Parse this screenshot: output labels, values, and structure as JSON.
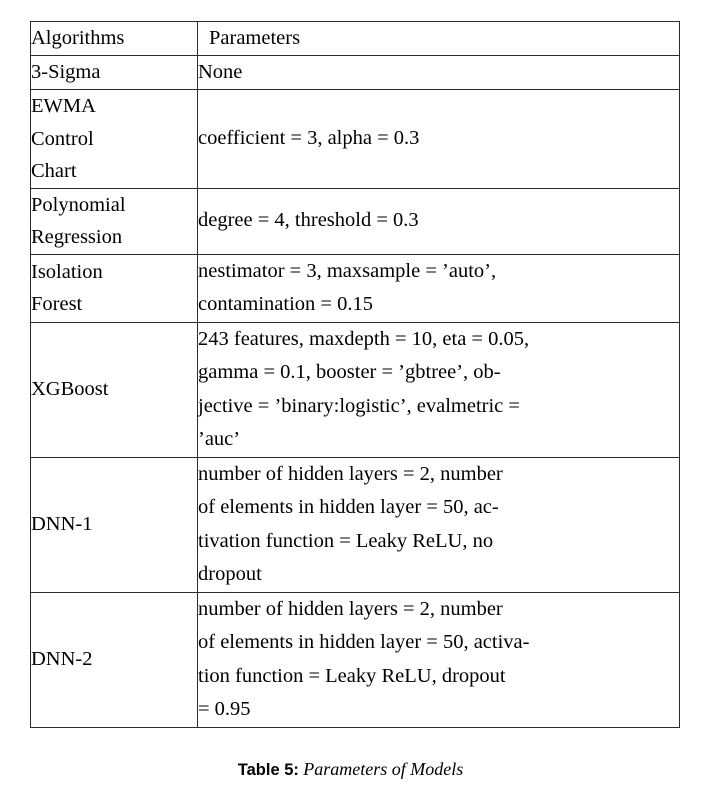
{
  "table": {
    "columns": [
      "Algorithms",
      "Parameters"
    ],
    "rows": [
      {
        "algorithm": "3-Sigma",
        "parameters": "None"
      },
      {
        "algorithm": "EWMA\nControl\nChart",
        "parameters": "coefficient = 3, alpha = 0.3"
      },
      {
        "algorithm": "Polynomial\nRegression",
        "parameters": "degree = 4, threshold = 0.3"
      },
      {
        "algorithm": "Isolation\nForest",
        "parameters": "nestimator = 3, maxsample = ’auto’,\ncontamination = 0.15"
      },
      {
        "algorithm": "XGBoost",
        "parameters": "243 features, maxdepth = 10, eta = 0.05,\ngamma = 0.1, booster = ’gbtree’, ob-\njective = ’binary:logistic’, evalmetric =\n’auc’"
      },
      {
        "algorithm": "DNN-1",
        "parameters": "number of hidden layers = 2, number\nof elements in hidden layer = 50, ac-\ntivation function = Leaky ReLU, no\ndropout"
      },
      {
        "algorithm": "DNN-2",
        "parameters": "number of hidden layers = 2, number\nof elements in hidden layer = 50, activa-\ntion function = Leaky ReLU, dropout\n= 0.95"
      }
    ]
  },
  "caption": {
    "label": "Table 5:",
    "title": "Parameters of Models"
  }
}
